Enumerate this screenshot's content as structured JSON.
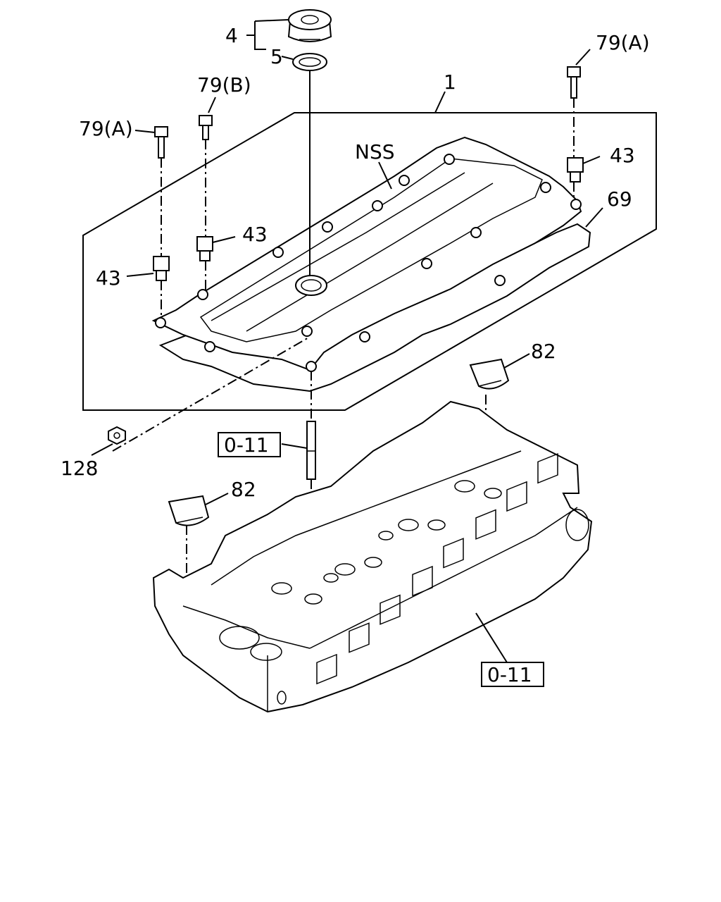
{
  "labels": {
    "cap": "4",
    "cap_seal": "5",
    "bolt_a_right": "79(A)",
    "bolt_a_left": "79(A)",
    "bolt_b": "79(B)",
    "cover_assy": "1",
    "nss": "NSS",
    "washer_right": "43",
    "washer_mid": "43",
    "washer_left": "43",
    "gasket": "69",
    "wedge_right": "82",
    "wedge_left": "82",
    "nut": "128",
    "ref_stud": "0-11",
    "ref_head": "0-11"
  }
}
